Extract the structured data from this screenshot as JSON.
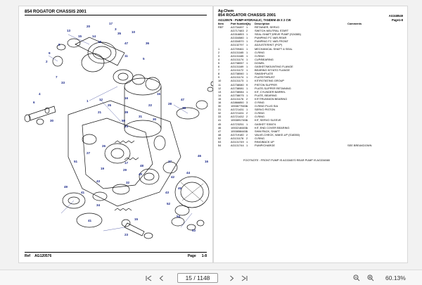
{
  "left_page": {
    "title": "854 ROGATOR CHASSIS 2001",
    "footer_ref_label": "Ref",
    "footer_ref": "AG120576",
    "footer_page_label": "Page",
    "footer_page": "1-8",
    "callouts": [
      "13",
      "20",
      "17",
      "3",
      "35",
      "10",
      "15",
      "8",
      "14",
      "18",
      "9",
      "2",
      "47",
      "36",
      "11",
      "5",
      "7",
      "33",
      "16",
      "15",
      "4",
      "6",
      "1",
      "12",
      "25",
      "21",
      "28",
      "47",
      "38",
      "22",
      "39",
      "50",
      "31",
      "24",
      "30",
      "30",
      "26",
      "27",
      "51",
      "17",
      "19",
      "48",
      "29",
      "40",
      "32",
      "37",
      "42",
      "44",
      "46",
      "16",
      "43",
      "45",
      "43",
      "49",
      "41",
      "34",
      "52",
      "54",
      "53",
      "15",
      "41",
      "23"
    ]
  },
  "right_page": {
    "brand": "Ag-Chem",
    "title": "854 ROGATOR CHASSIS 2001",
    "code": "AG348549",
    "subtitle": "AG120576 - PUMP-HYDRAULIC, TANDEM 45 X 2 CW",
    "page_label": "Page1-8",
    "headers": {
      "item": "Item",
      "part": "Part Number",
      "qty": "Qty",
      "desc": "Description",
      "comments": "Comments"
    },
    "rows": [
      {
        "item": "REF",
        "part": "AG734497",
        "qty": "1",
        "desc": "RETAINER, SERVO",
        "comments": ""
      },
      {
        "item": "",
        "part": "AG717483",
        "qty": "2",
        "desc": "SWITCH-NEUTRAL START",
        "comments": ""
      },
      {
        "item": "",
        "part": "AG316853",
        "qty": "1",
        "desc": "SEAL-SHAFT,DRIVE PUMP (S24385)",
        "comments": ""
      },
      {
        "item": "",
        "part": "AG334580",
        "qty": "1",
        "desc": "PUMPING FC VAR-REAR",
        "comments": ""
      },
      {
        "item": "",
        "part": "AG334570",
        "qty": "1",
        "desc": "PUMPING FC VAR-FRONT",
        "comments": ""
      },
      {
        "item": "",
        "part": "AG132797",
        "qty": "1",
        "desc": "ADJUSTER/KIT (PCP)",
        "comments": ""
      },
      {
        "item": "1",
        "part": "AG709461",
        "qty": "1",
        "desc": "MECHANICAL SHAFT & SEAL",
        "comments": ""
      },
      {
        "item": "2",
        "part": "AG131165",
        "qty": "1",
        "desc": "O-RING",
        "comments": ""
      },
      {
        "item": "3",
        "part": "AG131165",
        "qty": "1",
        "desc": "O-RING",
        "comments": ""
      },
      {
        "item": "4",
        "part": "AG131174",
        "qty": "1",
        "desc": "CUP/BEARING",
        "comments": ""
      },
      {
        "item": "5",
        "part": "AG738057",
        "qty": "1",
        "desc": "DOWEL",
        "comments": ""
      },
      {
        "item": "6",
        "part": "AG131169",
        "qty": "1",
        "desc": "GASKET/MOUNTING FLANGE",
        "comments": ""
      },
      {
        "item": "7",
        "part": "AG131172",
        "qty": "1",
        "desc": "BEARING KIT/ATG FLANGE",
        "comments": ""
      },
      {
        "item": "8",
        "part": "AG738060",
        "qty": "1",
        "desc": "SWASHPLATE",
        "comments": ""
      },
      {
        "item": "9",
        "part": "AG131174",
        "qty": "1",
        "desc": "PLATE/THRUST",
        "comments": ""
      },
      {
        "item": "10",
        "part": "AG131173",
        "qty": "1",
        "desc": "KIT/ROTATING GROUP",
        "comments": ""
      },
      {
        "item": "11",
        "part": "AG738080",
        "qty": "9",
        "desc": "PISTON SLIPPER",
        "comments": ""
      },
      {
        "item": "12",
        "part": "AG738081",
        "qty": "1",
        "desc": "PLATE-SLIPPER RETAINING",
        "comments": ""
      },
      {
        "item": "13",
        "part": "AG738084",
        "qty": "1",
        "desc": "KIT, CYLINDER BARREL",
        "comments": ""
      },
      {
        "item": "14",
        "part": "AG738075",
        "qty": "1",
        "desc": "PLATE, BEARING",
        "comments": ""
      },
      {
        "item": "15",
        "part": "AG131176",
        "qty": "2",
        "desc": "KIT/TRUNNION BEARING",
        "comments": ""
      },
      {
        "item": "16",
        "part": "AG866850",
        "qty": "3",
        "desc": "O RING",
        "comments": ""
      },
      {
        "item": "30",
        "part": "10538779451",
        "qty": "1",
        "desc": "O-RING PLUG SIA",
        "comments": ""
      },
      {
        "item": "31",
        "part": "AG721431",
        "qty": "1",
        "desc": "SERVO PISTON",
        "comments": ""
      },
      {
        "item": "32",
        "part": "AG721431",
        "qty": "2",
        "desc": "O-RING",
        "comments": ""
      },
      {
        "item": "33",
        "part": "AG721432",
        "qty": "2",
        "desc": "O-RING",
        "comments": ""
      },
      {
        "item": "41",
        "part": "10538917451",
        "qty": "1",
        "desc": "KIT, SERVO SLEEVE",
        "comments": ""
      },
      {
        "item": "45",
        "part": "AG723251",
        "qty": "1",
        "desc": "GASKET    S35074",
        "comments": ""
      },
      {
        "item": "46",
        "part": "10532184451",
        "qty": "1",
        "desc": "KIT, END COVER BEARING",
        "comments": ""
      },
      {
        "item": "47",
        "part": "10538584451",
        "qty": "1",
        "desc": "SHIM PACK, SHAFT",
        "comments": ""
      },
      {
        "item": "48",
        "part": "AG719180",
        "qty": "2",
        "desc": "VALVE-CHECK, WAKE-UP (S18350)",
        "comments": ""
      },
      {
        "item": "52",
        "part": "AG131178",
        "qty": "2",
        "desc": "O-RING",
        "comments": ""
      },
      {
        "item": "53",
        "part": "AG131749",
        "qty": "1",
        "desc": "RING/BACK UP",
        "comments": ""
      },
      {
        "item": "54",
        "part": "AG131744",
        "qty": "1",
        "desc": "PUMP/CHARGE",
        "comments": "SEE BREAKDOWN"
      }
    ],
    "footnote": "FOOTNOTE : FRONT PUMP IS AG334570 REAR PUMP IS AG334580"
  },
  "toolbar": {
    "first_icon": "first-page-icon",
    "prev_icon": "previous-page-icon",
    "page_display": "15 / 1148",
    "next_icon": "next-page-icon",
    "last_icon": "last-page-icon",
    "zoom_out_icon": "zoom-out-icon",
    "zoom_in_icon": "zoom-in-icon",
    "zoom": "60.13%"
  }
}
